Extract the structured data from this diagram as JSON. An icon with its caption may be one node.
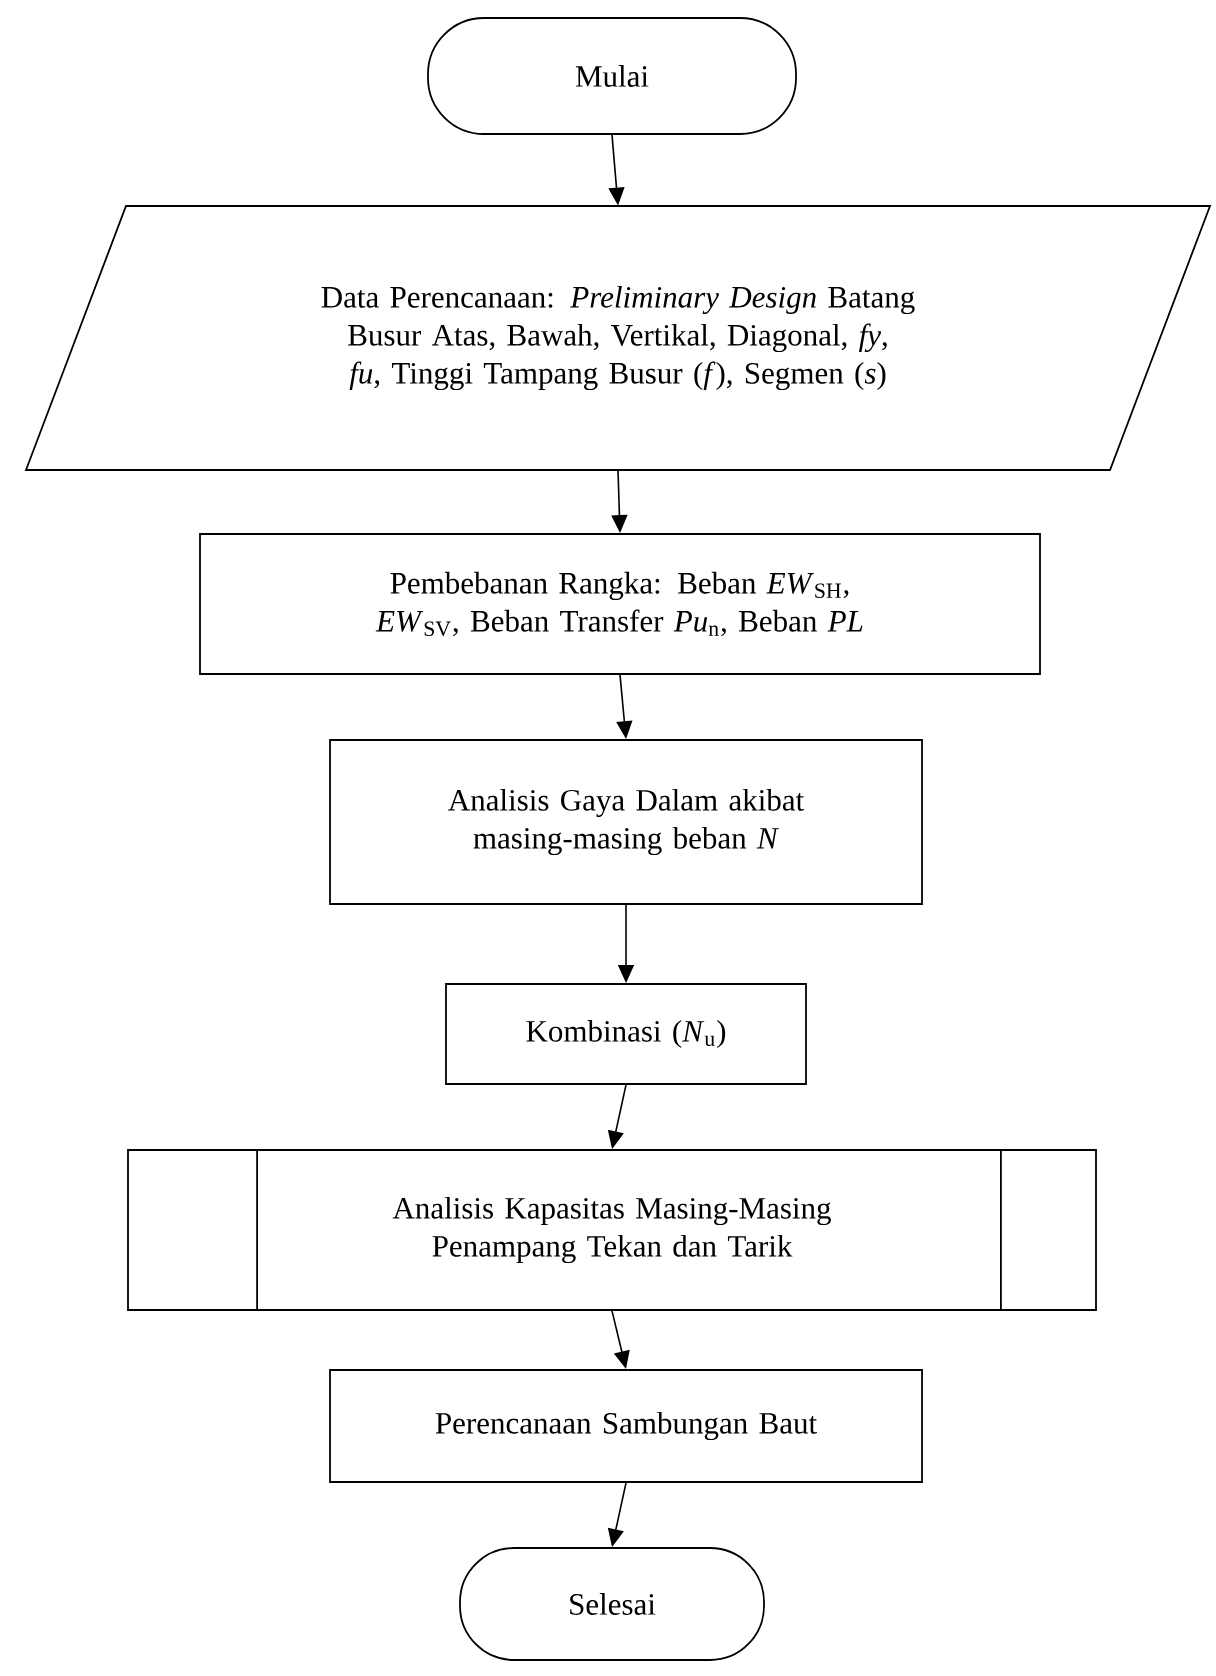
{
  "diagram": {
    "nodes": [
      {
        "text": [
          "Mulai"
        ]
      },
      {
        "text": [
          "Data Perencanaan: *Preliminary Design* Batang Busur Atas, Bawah, Vertikal, Diagonal, *fy*, *fu*, Tinggi Tampang Busur (*f*), Segmen (*s*)"
        ]
      },
      {
        "text": [
          "Pembebanan Rangka: Beban *EW*$_{SH}$, *EW*$_{SV}$, Beban Transfer *Pu*$_{n}$, Beban *PL*"
        ]
      },
      {
        "text": [
          "Analisis Gaya Dalam akibat masing-masing beban *N*"
        ]
      },
      {
        "text": [
          "Kombinasi (*N*$_{u}$)"
        ]
      },
      {
        "text": [
          "Analisis Kapasitas Masing-Masing Penampang Tekan dan Tarik"
        ]
      },
      {
        "text": [
          "Perencanaan Sambungan Baut"
        ]
      },
      {
        "text": [
          "Selesai"
        ]
      }
    ],
    "edges": [
      {
        "from": 0,
        "to": 1,
        "arrow": "to"
      },
      {
        "from": 1,
        "to": 2,
        "arrow": "to"
      },
      {
        "from": 2,
        "to": 3,
        "arrow": "to"
      },
      {
        "from": 3,
        "to": 4,
        "arrow": "to"
      },
      {
        "from": 4,
        "to": 5,
        "arrow": "to"
      },
      {
        "from": 5,
        "to": 6,
        "arrow": "to"
      },
      {
        "from": 6,
        "to": 7,
        "arrow": "to"
      }
    ]
  }
}
